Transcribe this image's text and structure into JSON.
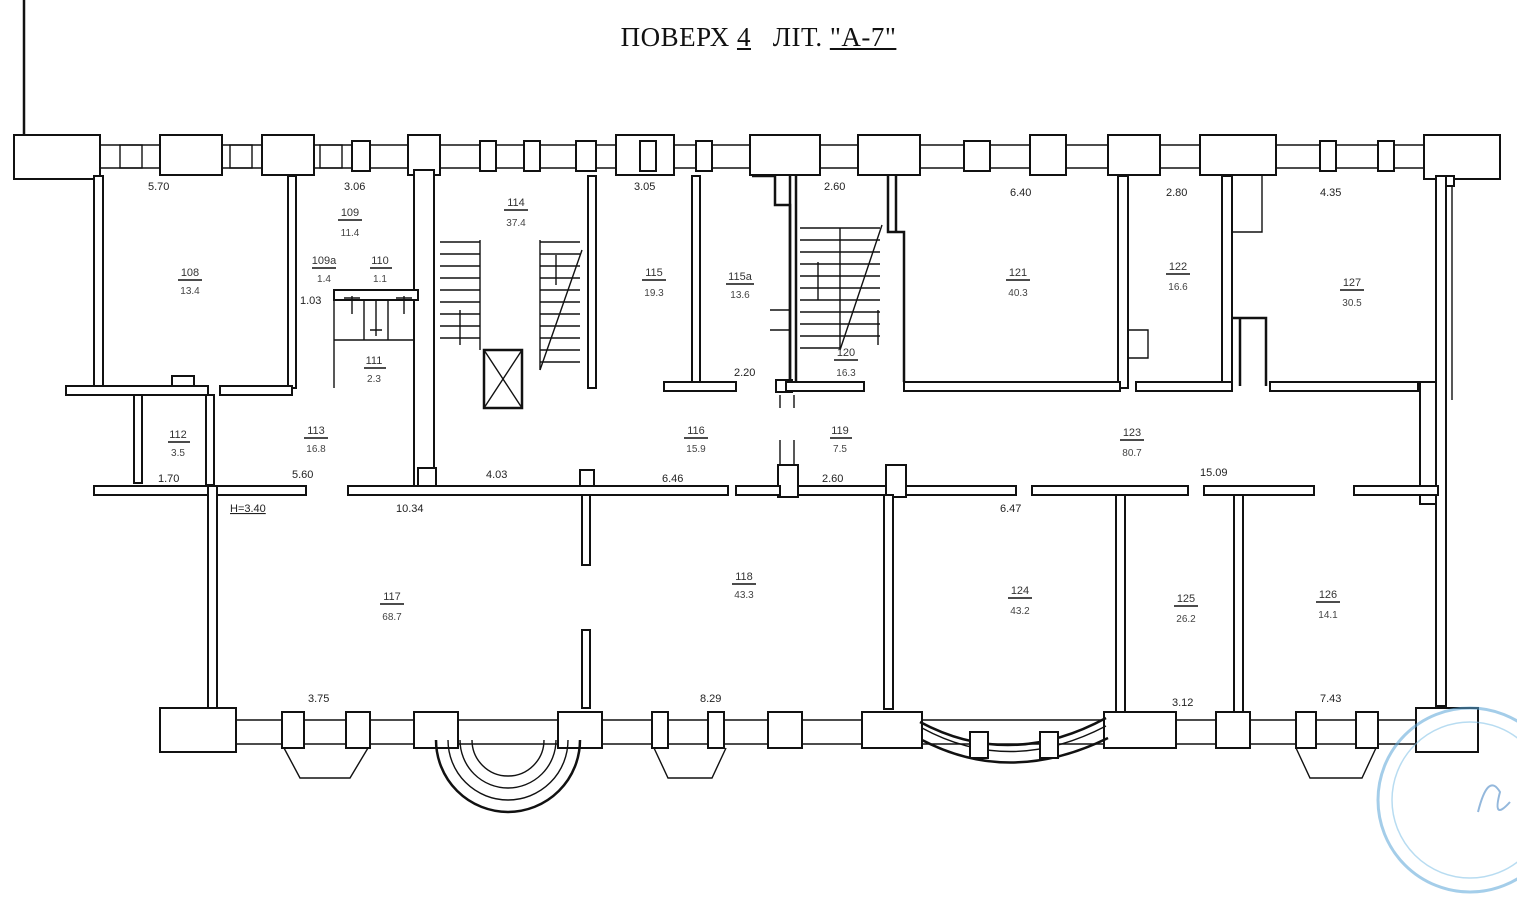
{
  "title": {
    "prefix": "ПОВЕРХ ",
    "floor": "4",
    "mid": "   ЛІТ. ",
    "letter": "\"А-7\""
  },
  "height_mark": "H=3.40",
  "dimensions": [
    {
      "id": "d1",
      "text": "5.70"
    },
    {
      "id": "d2",
      "text": "3.06"
    },
    {
      "id": "d3",
      "text": "3.05"
    },
    {
      "id": "d4",
      "text": "2.60"
    },
    {
      "id": "d5",
      "text": "6.40"
    },
    {
      "id": "d6",
      "text": "2.80"
    },
    {
      "id": "d7",
      "text": "4.35"
    },
    {
      "id": "d8",
      "text": "1.03"
    },
    {
      "id": "d9",
      "text": "2.20"
    },
    {
      "id": "d10",
      "text": "1.70"
    },
    {
      "id": "d11",
      "text": "5.60"
    },
    {
      "id": "d12",
      "text": "4.03"
    },
    {
      "id": "d13",
      "text": "6.46"
    },
    {
      "id": "d14",
      "text": "2.60"
    },
    {
      "id": "d15",
      "text": "15.09"
    },
    {
      "id": "d16",
      "text": "10.34"
    },
    {
      "id": "d17",
      "text": "6.47"
    },
    {
      "id": "d18",
      "text": "3.75"
    },
    {
      "id": "d19",
      "text": "8.29"
    },
    {
      "id": "d20",
      "text": "3.12"
    },
    {
      "id": "d21",
      "text": "7.43"
    }
  ],
  "rooms": [
    {
      "id": "r108",
      "num": "108",
      "area": "13.4"
    },
    {
      "id": "r109",
      "num": "109",
      "area": "11.4"
    },
    {
      "id": "r109a",
      "num": "109а",
      "area": "1.4"
    },
    {
      "id": "r110",
      "num": "110",
      "area": "1.1"
    },
    {
      "id": "r111",
      "num": "111",
      "area": "2.3"
    },
    {
      "id": "r112",
      "num": "112",
      "area": "3.5"
    },
    {
      "id": "r113",
      "num": "113",
      "area": "16.8"
    },
    {
      "id": "r114",
      "num": "114",
      "area": "37.4"
    },
    {
      "id": "r115",
      "num": "115",
      "area": "19.3"
    },
    {
      "id": "r115a",
      "num": "115а",
      "area": "13.6"
    },
    {
      "id": "r116",
      "num": "116",
      "area": "15.9"
    },
    {
      "id": "r117",
      "num": "117",
      "area": "68.7"
    },
    {
      "id": "r118",
      "num": "118",
      "area": "43.3"
    },
    {
      "id": "r119",
      "num": "119",
      "area": "7.5"
    },
    {
      "id": "r120",
      "num": "120",
      "area": "16.3"
    },
    {
      "id": "r121",
      "num": "121",
      "area": "40.3"
    },
    {
      "id": "r122",
      "num": "122",
      "area": "16.6"
    },
    {
      "id": "r123",
      "num": "123",
      "area": "80.7"
    },
    {
      "id": "r124",
      "num": "124",
      "area": "43.2"
    },
    {
      "id": "r125",
      "num": "125",
      "area": "26.2"
    },
    {
      "id": "r126",
      "num": "126",
      "area": "14.1"
    },
    {
      "id": "r127",
      "num": "127",
      "area": "30.5"
    }
  ]
}
